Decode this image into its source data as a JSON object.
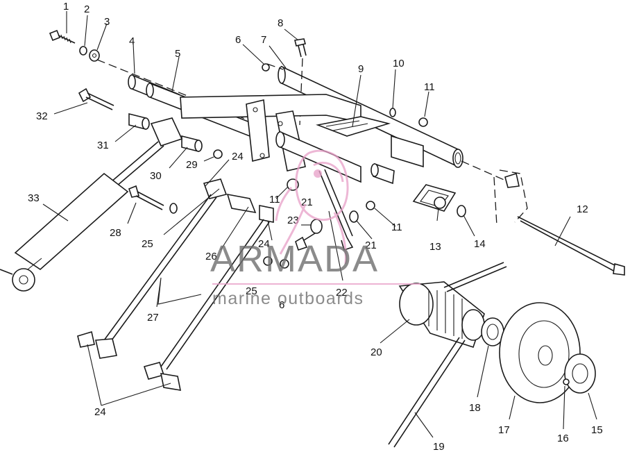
{
  "watermark": {
    "brand": "ARMADA",
    "tagline": "marine outboards",
    "accent_color": "#e8a0c8",
    "text_color": "#6e6e6e"
  },
  "part_numbers": [
    {
      "id": "p1",
      "label": "1"
    },
    {
      "id": "p2",
      "label": "2"
    },
    {
      "id": "p3",
      "label": "3"
    },
    {
      "id": "p4",
      "label": "4"
    },
    {
      "id": "p5",
      "label": "5"
    },
    {
      "id": "p6a",
      "label": "6"
    },
    {
      "id": "p7",
      "label": "7"
    },
    {
      "id": "p8",
      "label": "8"
    },
    {
      "id": "p9",
      "label": "9"
    },
    {
      "id": "p10",
      "label": "10"
    },
    {
      "id": "p11a",
      "label": "11"
    },
    {
      "id": "p12",
      "label": "12"
    },
    {
      "id": "p13",
      "label": "13"
    },
    {
      "id": "p14",
      "label": "14"
    },
    {
      "id": "p15",
      "label": "15"
    },
    {
      "id": "p16",
      "label": "16"
    },
    {
      "id": "p17",
      "label": "17"
    },
    {
      "id": "p18",
      "label": "18"
    },
    {
      "id": "p19",
      "label": "19"
    },
    {
      "id": "p20",
      "label": "20"
    },
    {
      "id": "p21a",
      "label": "21"
    },
    {
      "id": "p21b",
      "label": "21"
    },
    {
      "id": "p22",
      "label": "22"
    },
    {
      "id": "p23",
      "label": "23"
    },
    {
      "id": "p24a",
      "label": "24"
    },
    {
      "id": "p24b",
      "label": "24"
    },
    {
      "id": "p24c",
      "label": "24"
    },
    {
      "id": "p25a",
      "label": "25"
    },
    {
      "id": "p25b",
      "label": "25"
    },
    {
      "id": "p26",
      "label": "26"
    },
    {
      "id": "p27",
      "label": "27"
    },
    {
      "id": "p28",
      "label": "28"
    },
    {
      "id": "p29",
      "label": "29"
    },
    {
      "id": "p30",
      "label": "30"
    },
    {
      "id": "p31",
      "label": "31"
    },
    {
      "id": "p32",
      "label": "32"
    },
    {
      "id": "p33",
      "label": "33"
    },
    {
      "id": "p11b",
      "label": "11"
    },
    {
      "id": "p11c",
      "label": "11"
    },
    {
      "id": "p6b",
      "label": "6"
    }
  ]
}
